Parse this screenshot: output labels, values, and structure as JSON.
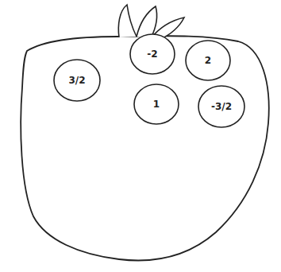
{
  "diagram": {
    "nodes": [
      {
        "text": [
          "-2"
        ]
      },
      {
        "text": [
          "2"
        ]
      },
      {
        "text": [
          "3/2"
        ]
      },
      {
        "text": [
          "1"
        ]
      },
      {
        "text": [
          "-3/2"
        ]
      }
    ]
  }
}
